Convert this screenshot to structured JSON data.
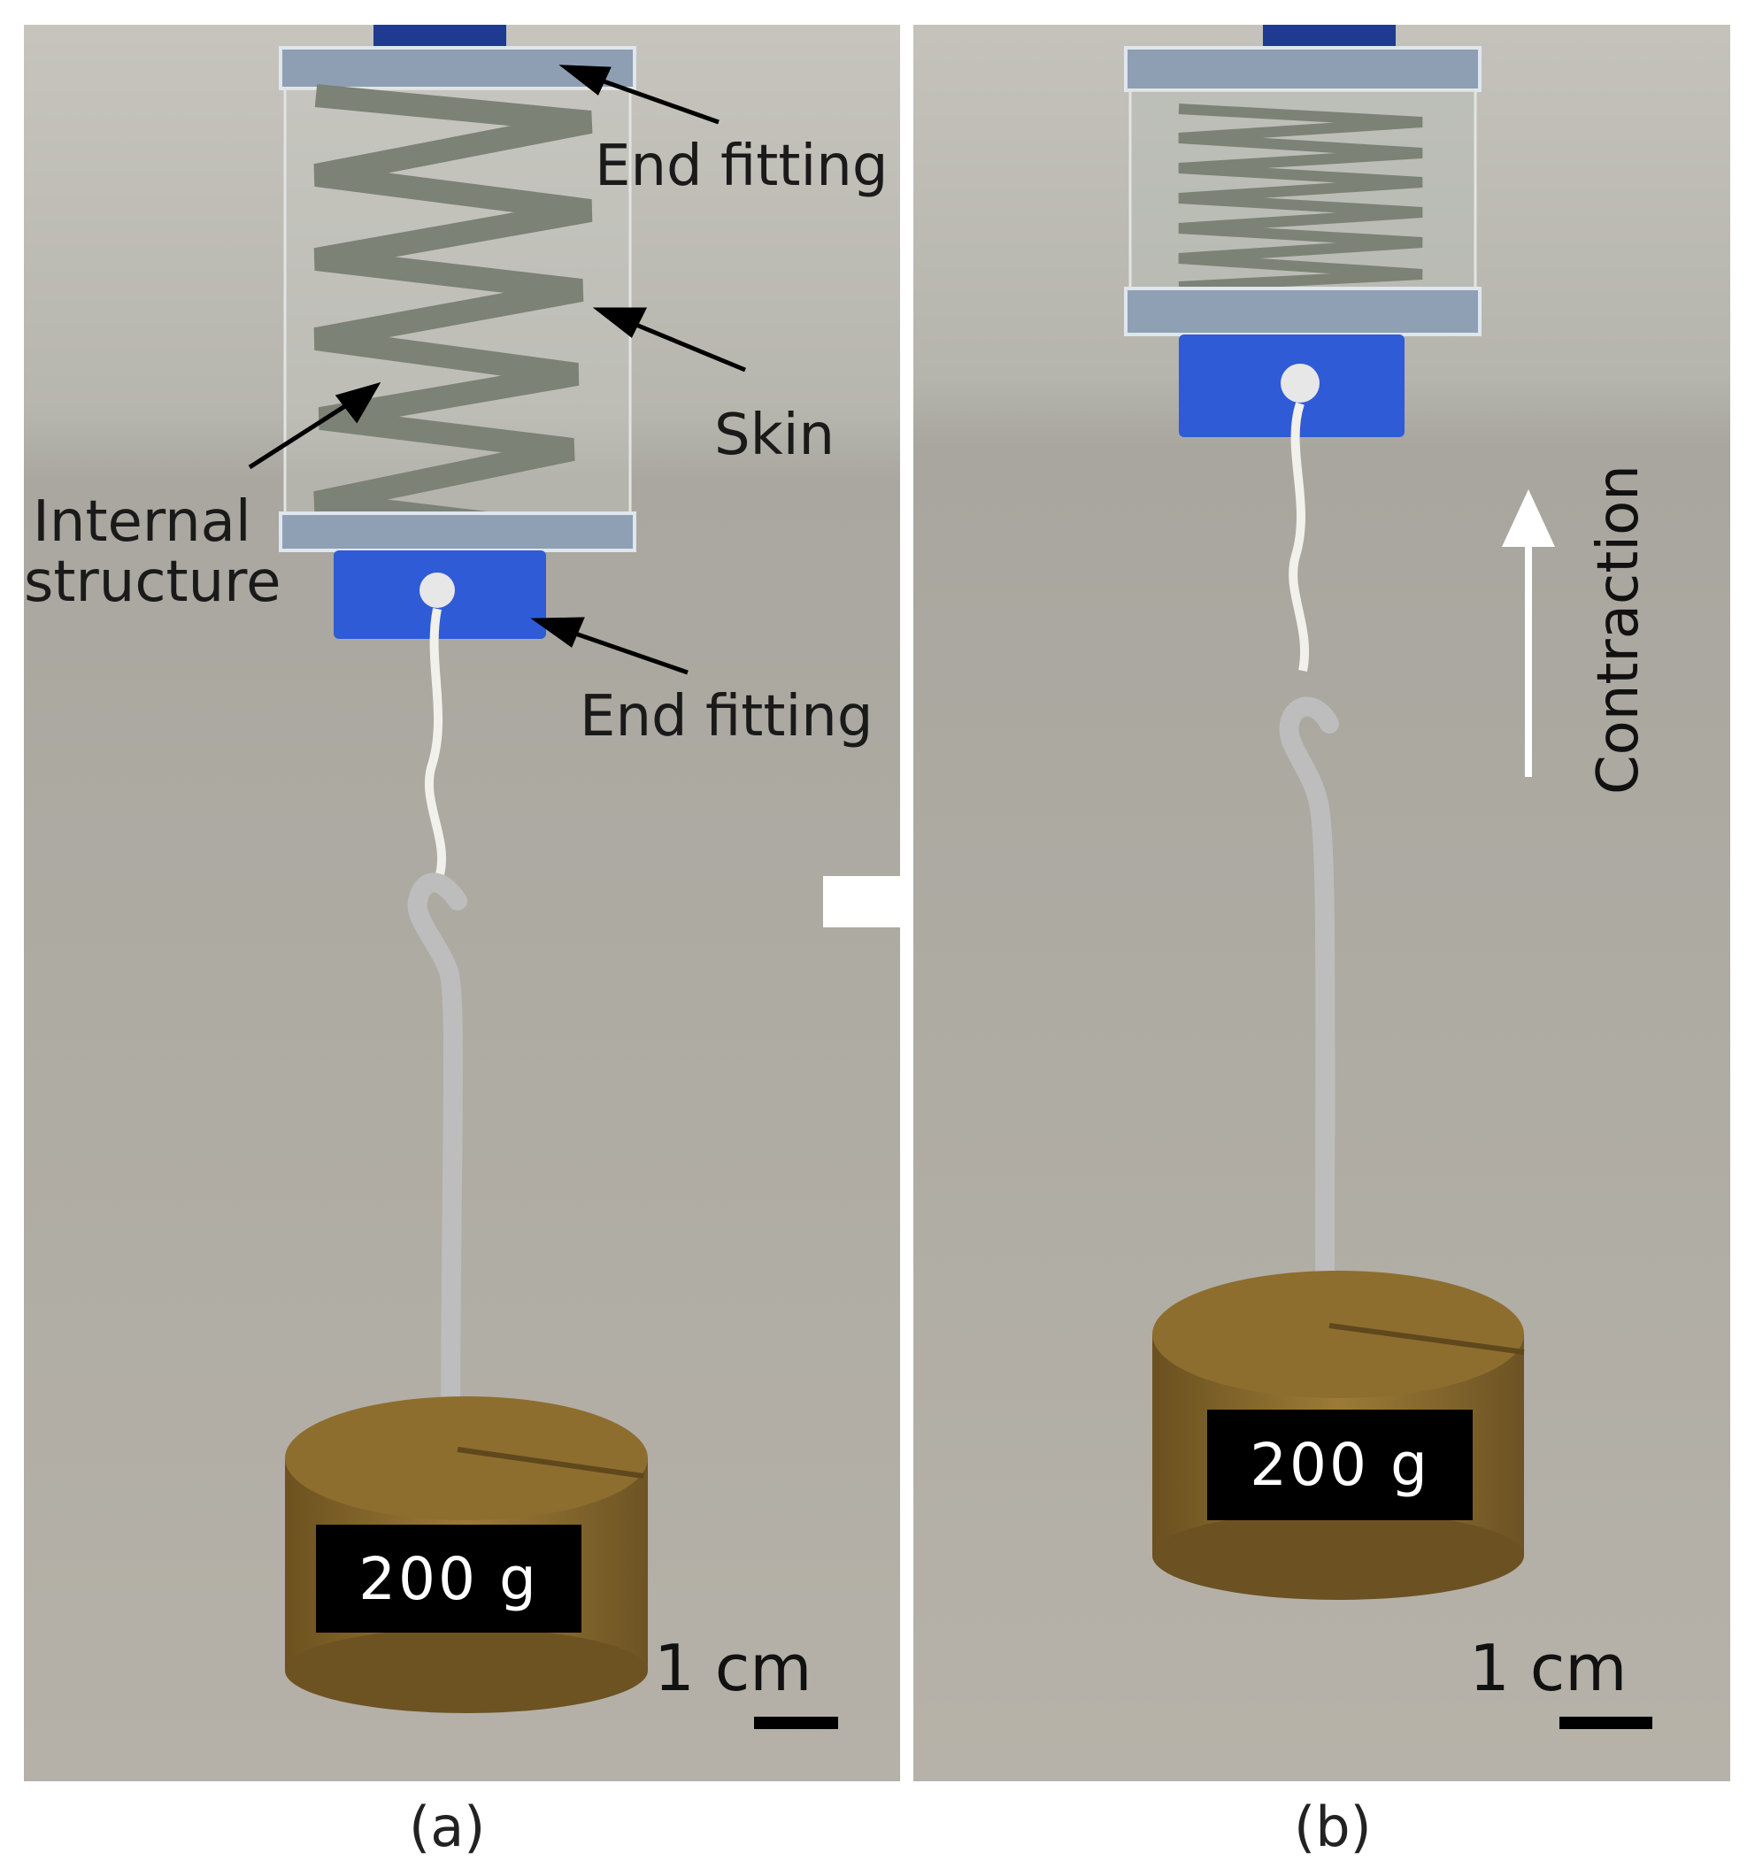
{
  "panel_a": {
    "annotations": {
      "end_fitting_top": "End fitting",
      "skin": "Skin",
      "internal_structure_line1": "Internal",
      "internal_structure_line2": "structure",
      "end_fitting_bottom": "End fitting"
    },
    "weight_label": "200 g",
    "scale_text": "1 cm",
    "caption": "(a)"
  },
  "panel_b": {
    "annotations": {
      "contraction": "Contraction"
    },
    "weight_label": "200 g",
    "scale_text": "1 cm",
    "caption": "(b)"
  },
  "colors": {
    "background": "#b9b5ac",
    "end_fitting": "#2f5bd6",
    "weight": "#8a6a2c",
    "spring": "#7f8478",
    "hook": "#bdbdbd"
  }
}
